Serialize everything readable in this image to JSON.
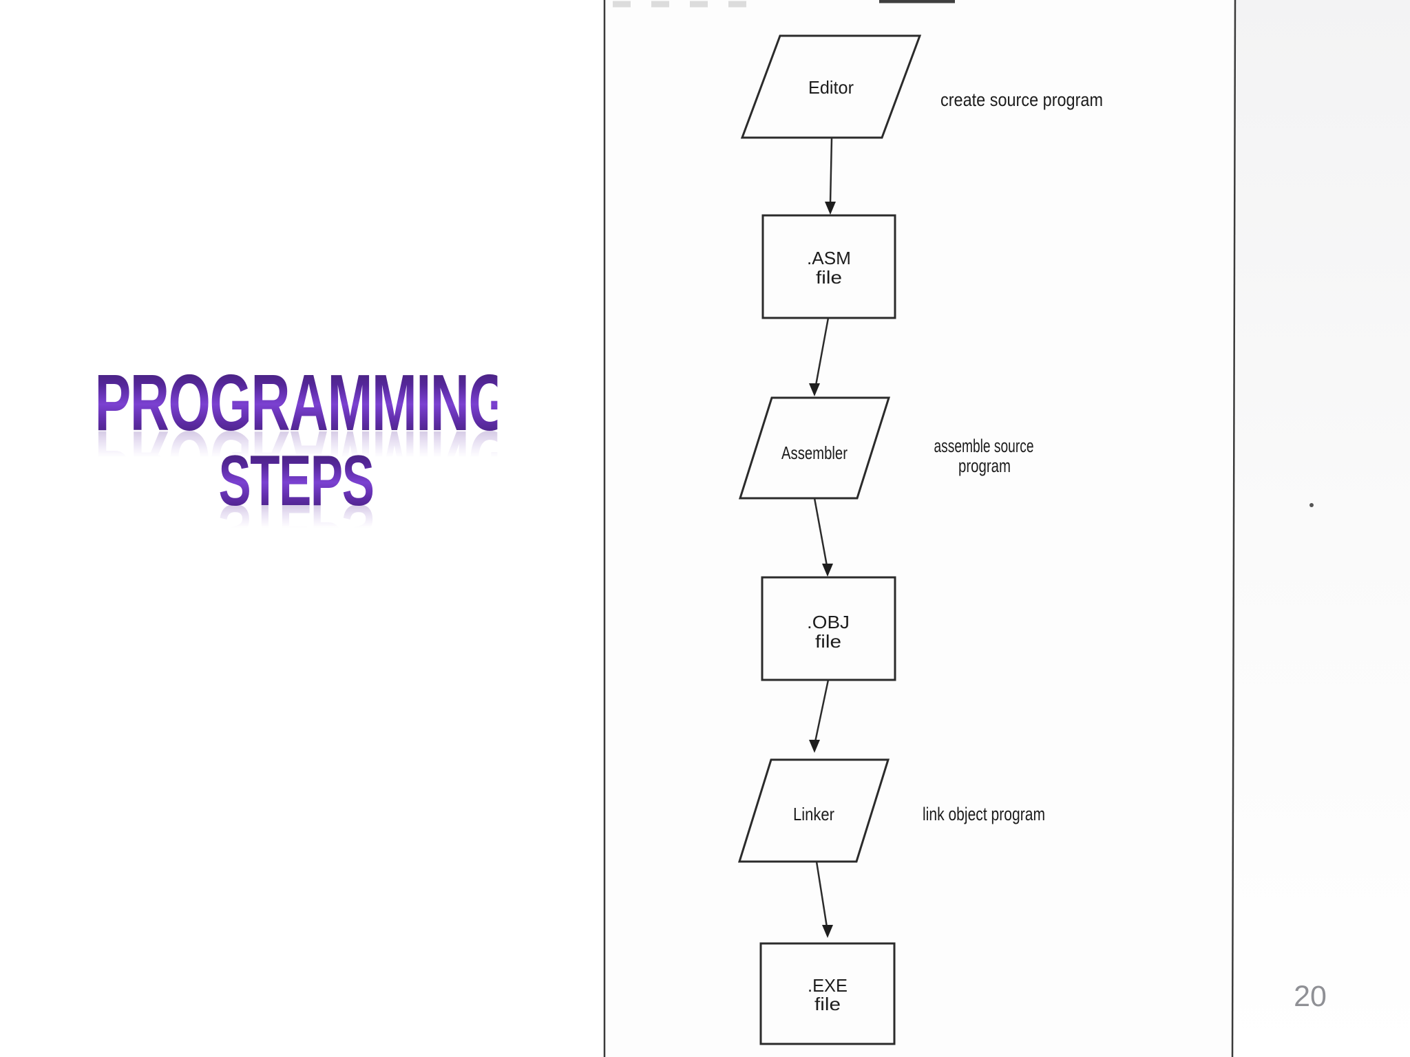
{
  "slide": {
    "title": {
      "line1": "PROGRAMMING",
      "line2": "STEPS",
      "color": "#5b2b9b"
    },
    "page_number": "20"
  },
  "flowchart": {
    "ink_color": "#2b2b2b",
    "nodes": [
      {
        "id": "editor",
        "shape": "parallelogram",
        "label": "Editor"
      },
      {
        "id": "asm-file",
        "shape": "rectangle",
        "line1": ".ASM",
        "line2": "file"
      },
      {
        "id": "assembler",
        "shape": "parallelogram",
        "label": "Assembler"
      },
      {
        "id": "obj-file",
        "shape": "rectangle",
        "line1": ".OBJ",
        "line2": "file"
      },
      {
        "id": "linker",
        "shape": "parallelogram",
        "label": "Linker"
      },
      {
        "id": "exe-file",
        "shape": "rectangle",
        "line1": ".EXE",
        "line2": "file"
      }
    ],
    "annotations": [
      {
        "text": "create source program"
      },
      {
        "line1": "assemble source",
        "line2": "program"
      },
      {
        "text": "link object program"
      }
    ]
  }
}
